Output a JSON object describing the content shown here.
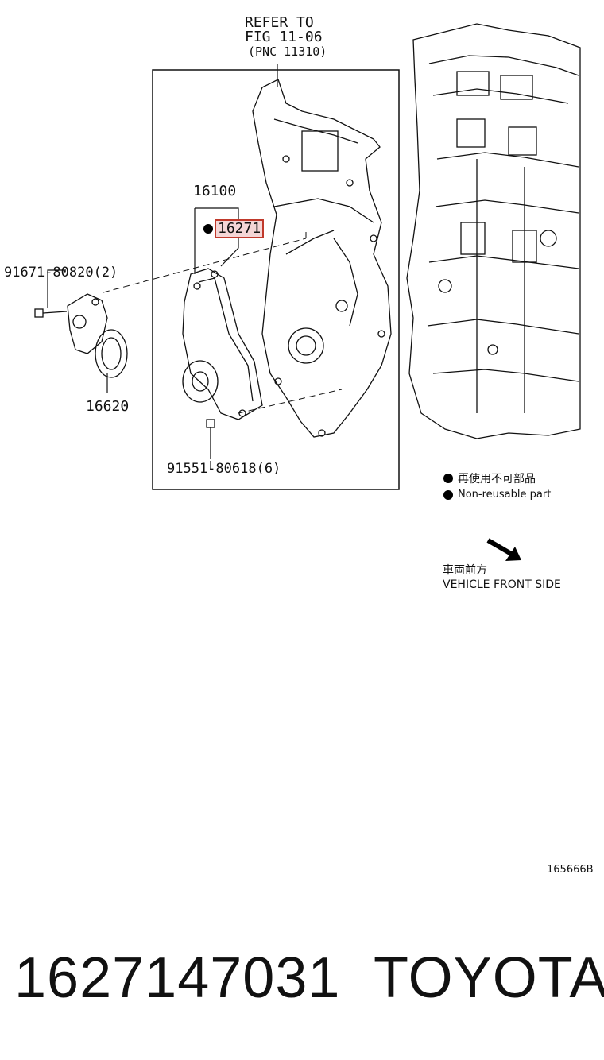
{
  "refer": {
    "line1": "REFER TO",
    "line2": "FIG 11-06",
    "line3": "(PNC 11310)"
  },
  "callouts": {
    "assembly": "16100",
    "gasket": "16271",
    "bolt_top": "91671-80820(2)",
    "tensioner": "16620",
    "bolt_bottom": "91551-80618(6)"
  },
  "legend": {
    "jp": "再使用不可部品",
    "en": "Non-reusable part"
  },
  "direction": {
    "jp": "車両前方",
    "en": "VEHICLE FRONT SIDE"
  },
  "figure_code": "165666B",
  "footer": {
    "part_number": "1627147031",
    "brand": "TOYOTA"
  },
  "colors": {
    "highlight_border": "#c0392b",
    "highlight_fill": "#f4d6d6"
  }
}
